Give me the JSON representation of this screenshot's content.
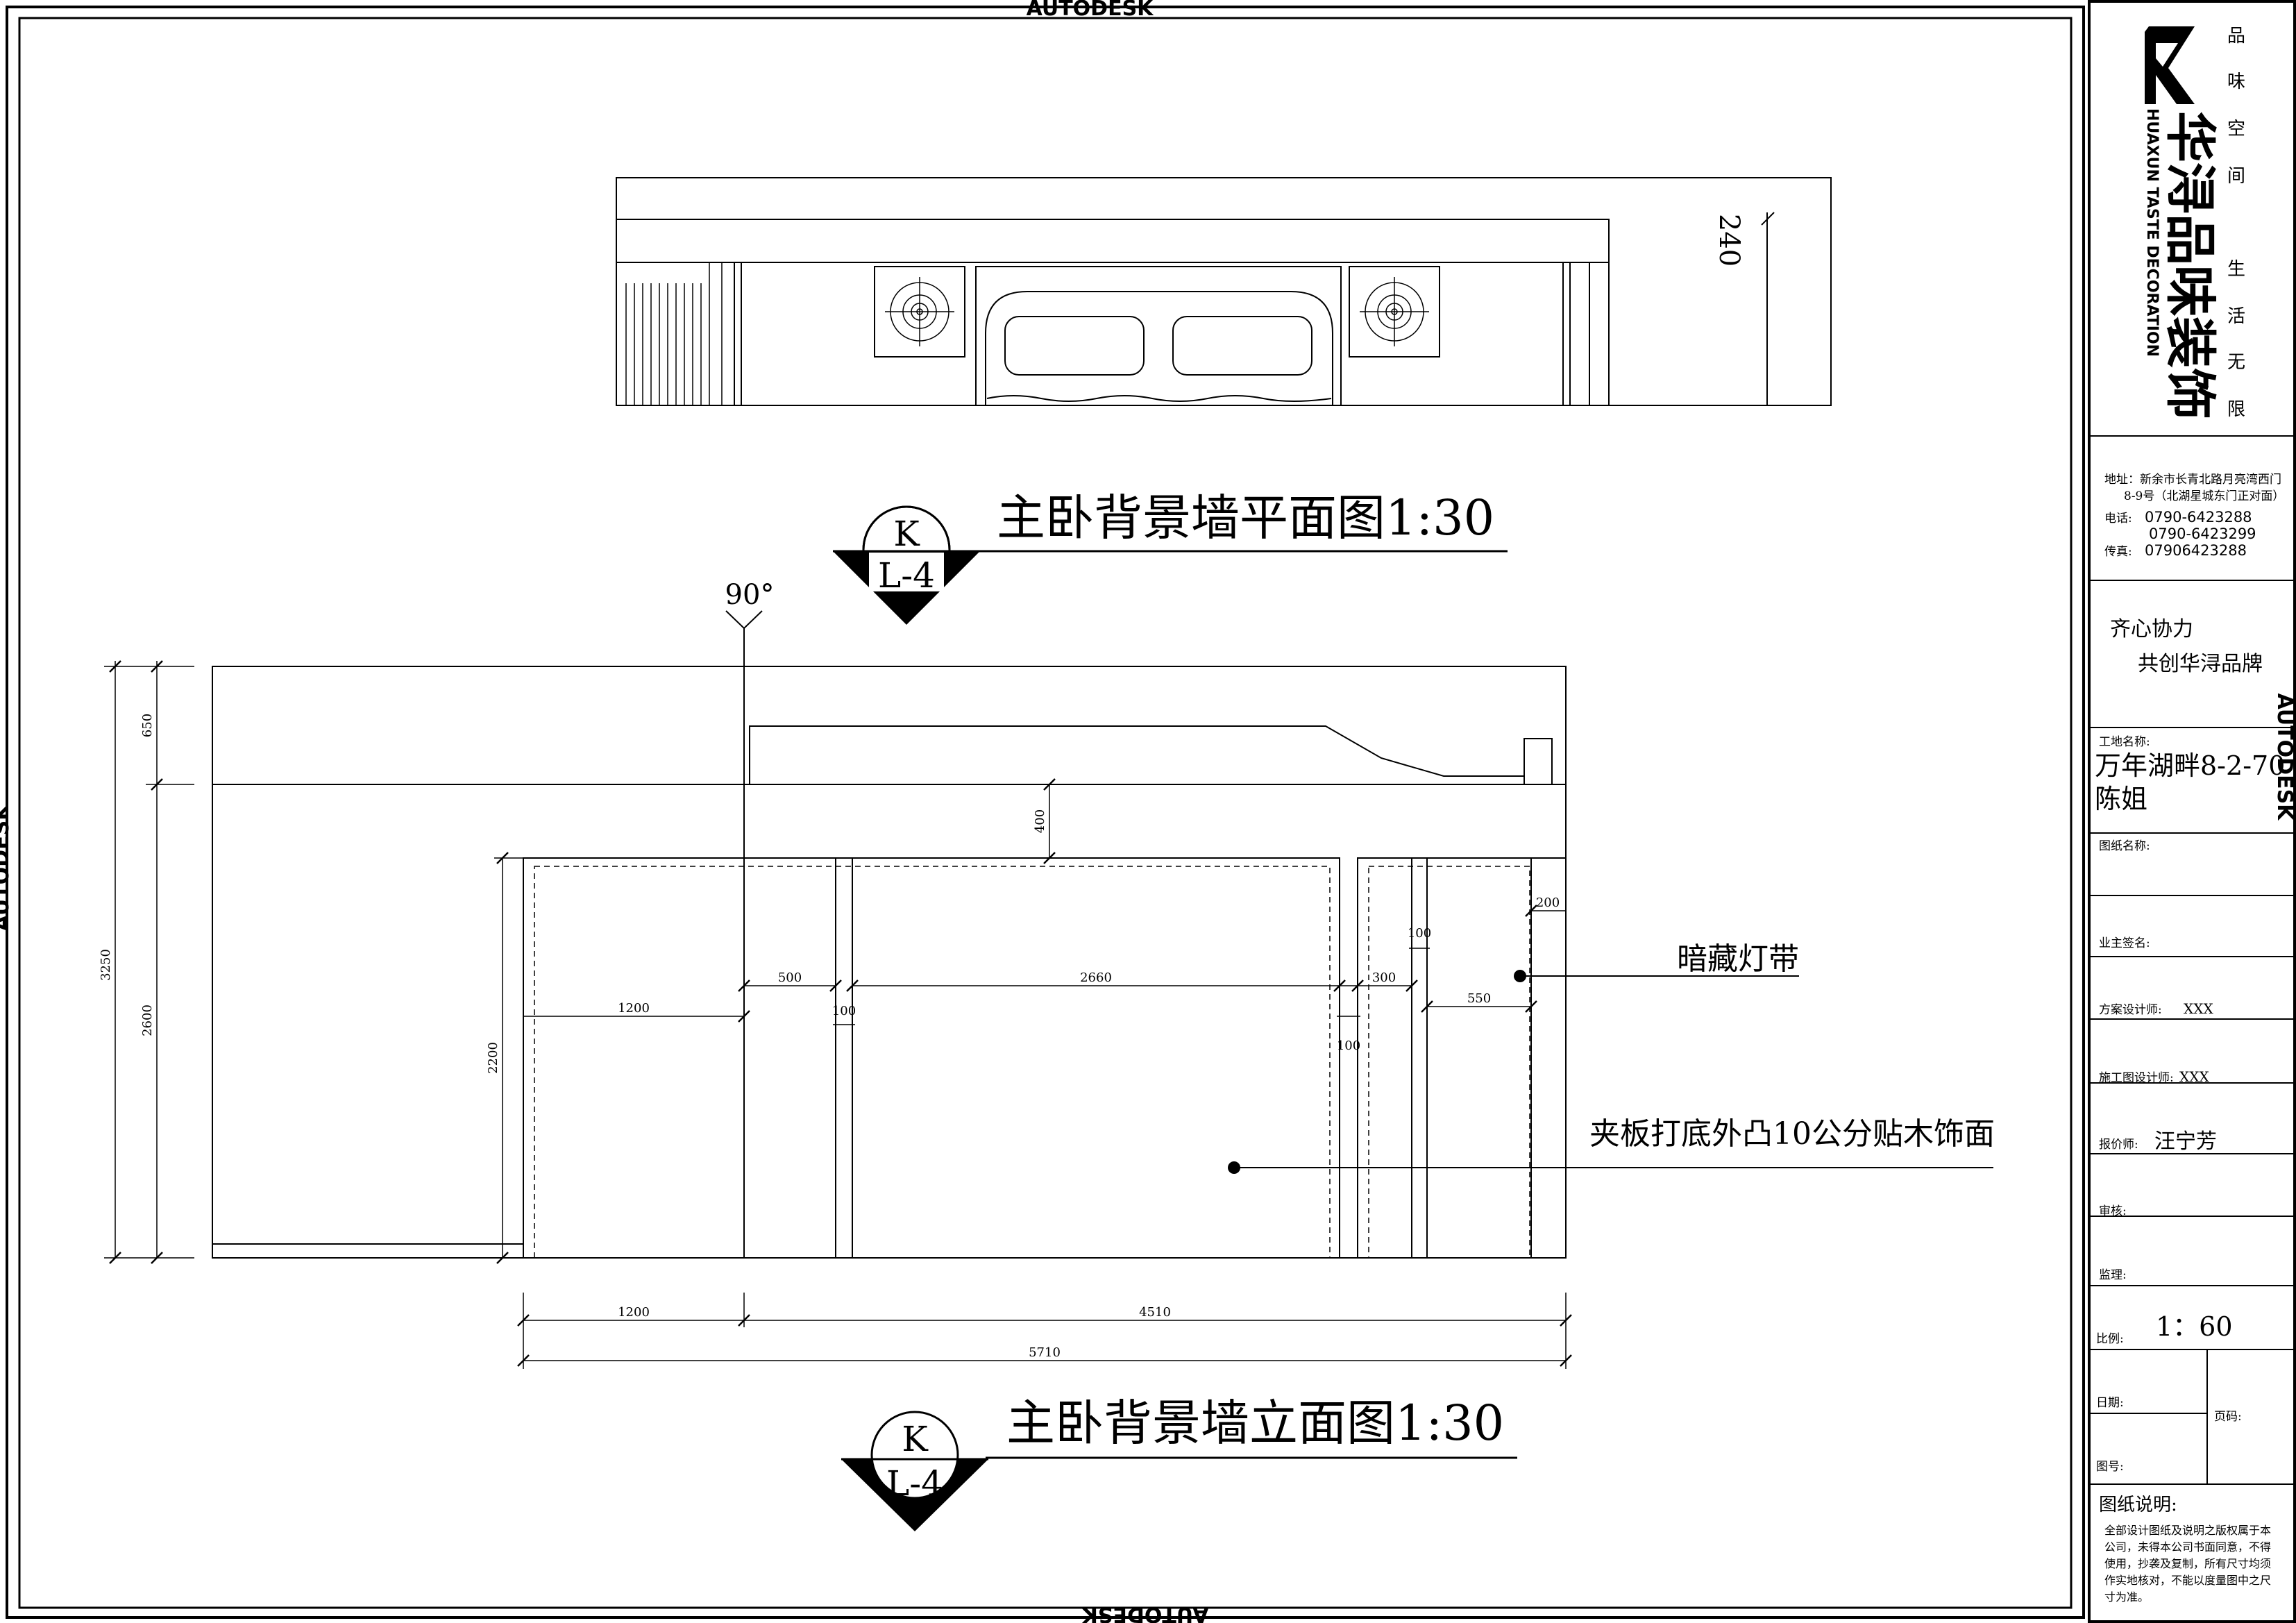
{
  "watermark": "AUTODESK",
  "plan": {
    "title": "主卧背景墙平面图1:30",
    "symbol_top": "K",
    "symbol_bottom": "L-4",
    "dim_240": "240"
  },
  "elevation": {
    "title": "主卧背景墙立面图1:30",
    "symbol_top": "K",
    "symbol_bottom": "L-4",
    "angle": "90°",
    "dims": {
      "d3250": "3250",
      "d650": "650",
      "d2600": "2600",
      "d2200": "2200",
      "d400": "400",
      "d1200a": "1200",
      "d500": "500",
      "d100a": "100",
      "d2660": "2660",
      "d100b": "100",
      "d300": "300",
      "d100c": "100",
      "d550": "550",
      "d200": "200",
      "d1200b": "1200",
      "d4510": "4510",
      "d5710": "5710"
    },
    "note_light": "暗藏灯带",
    "note_panel": "夹板打底外凸10公分贴木饰面"
  },
  "title_block": {
    "brand_cn": "华浔品味装饰",
    "brand_en": "HUAXUN TASTE DECORATION",
    "slogan_chars": [
      "品",
      "味",
      "空",
      "间",
      "生",
      "活",
      "无",
      "限"
    ],
    "address_line1": "地址：新余市长青北路月亮湾西门",
    "address_line2": "8-9号（北湖星城东门正对面）",
    "phone_label": "电话:",
    "phone1": "0790-6423288",
    "phone2": "0790-6423299",
    "fax_label": "传真:",
    "fax": "07906423288",
    "motto1": "齐心协力",
    "motto2": "共创华浔品牌",
    "site_label": "工地名称:",
    "site_value1": "万年湖畔8-2-70",
    "site_value2": "陈姐",
    "drawing_name_label": "图纸名称:",
    "owner_sign_label": "业主签名:",
    "designer_label": "方案设计师:",
    "designer_value": "XXX",
    "construction_designer_label": "施工图设计师:",
    "construction_designer_value": "XXX",
    "estimator_label": "报价师:",
    "estimator_value": "汪宁芳",
    "review_label": "审核:",
    "supervise_label": "监理:",
    "scale_label": "比例:",
    "scale_value": "1：60",
    "date_label": "日期:",
    "page_label": "页码:",
    "drawing_no_label": "图号:",
    "notes_title": "图纸说明:",
    "notes_lines": [
      "全部设计图纸及说明之版权属于本",
      "公司，未得本公司书面同意，不得",
      "使用，抄袭及复制，所有尺寸均须",
      "作实地核对，不能以度量图中之尺",
      "寸为准。"
    ]
  }
}
